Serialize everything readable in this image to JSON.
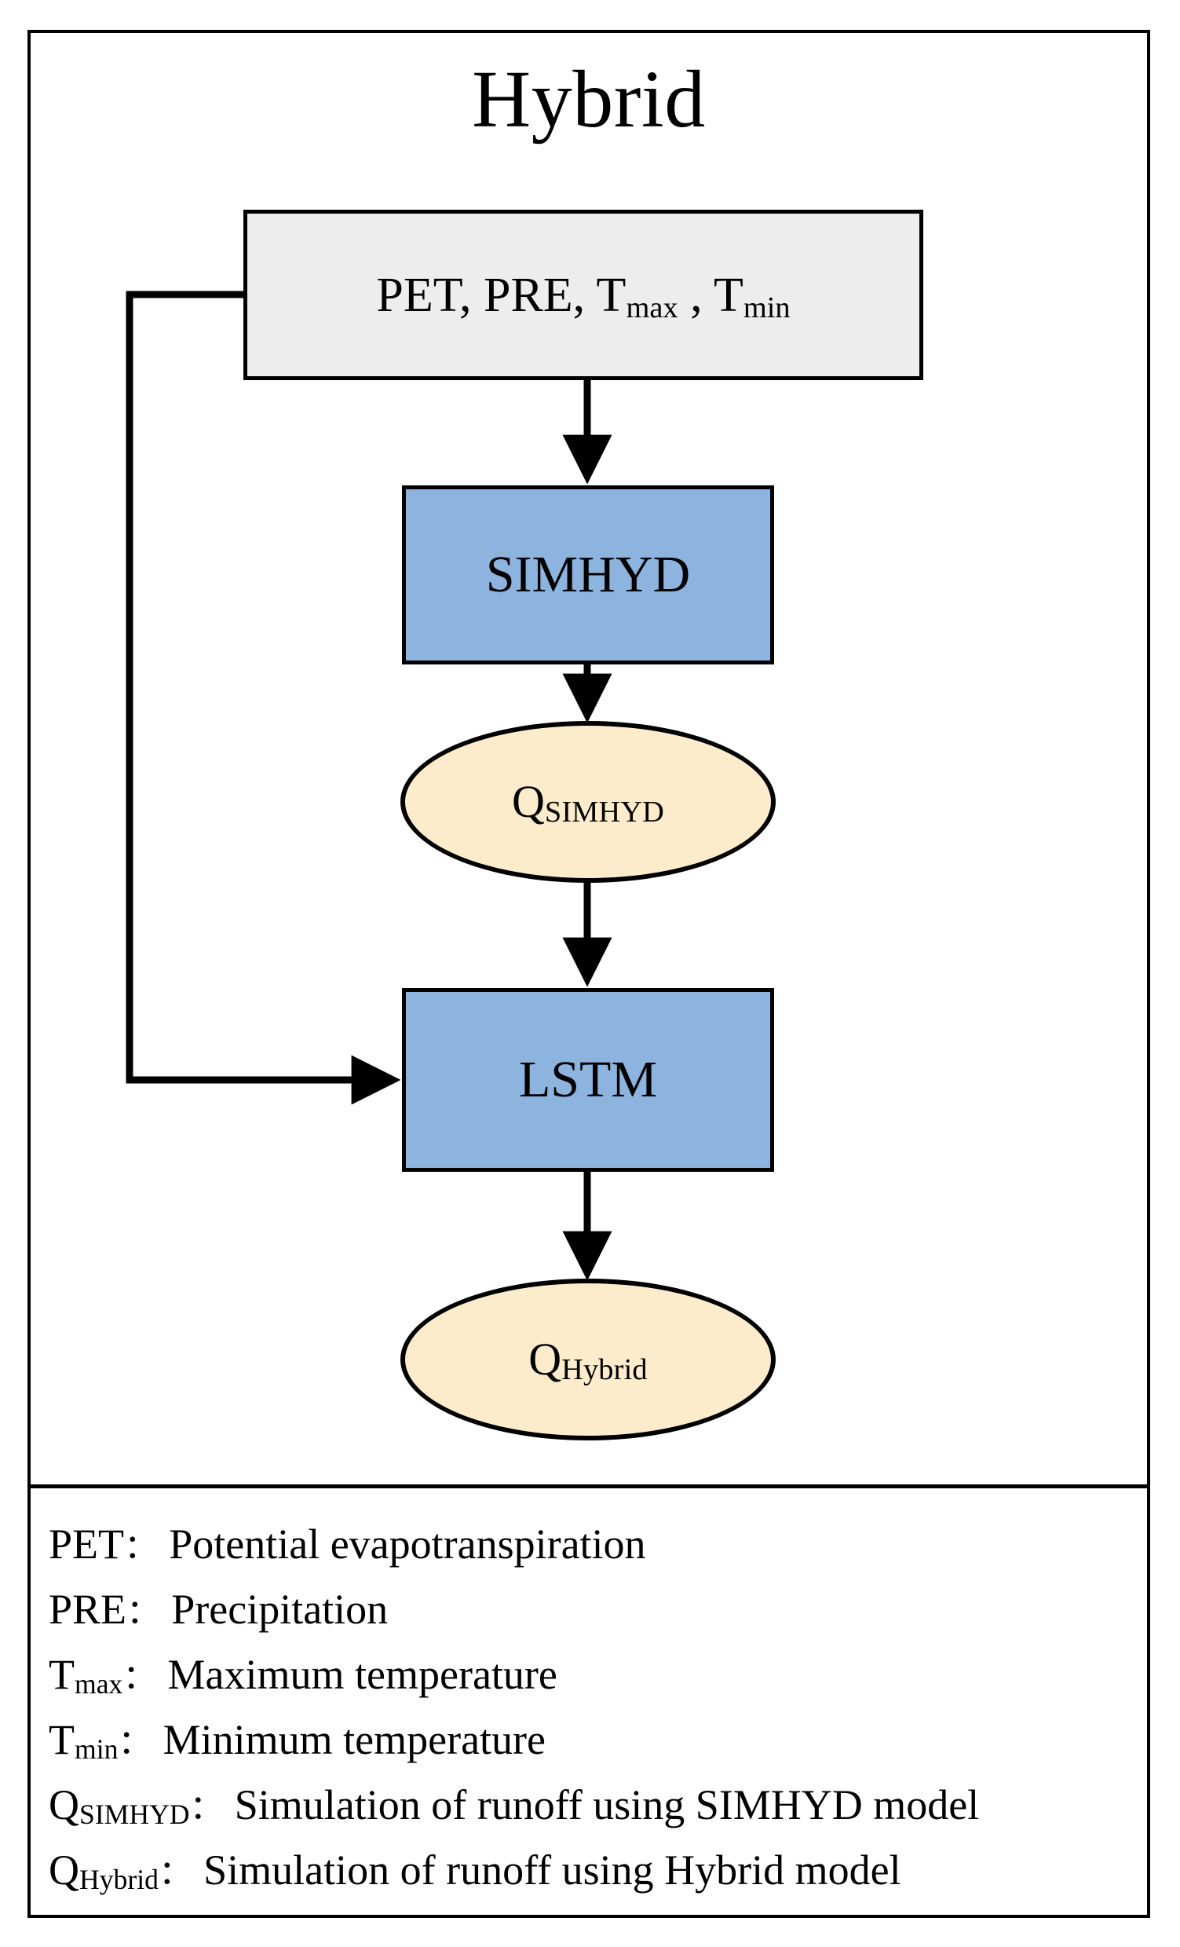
{
  "title": "Hybrid",
  "colors": {
    "frame": "#000000",
    "input_box_fill": "#EDEDED",
    "model_box_fill": "#8DB4DE",
    "ellipse_fill": "#FCECCB",
    "text": "#000000",
    "background": "#FFFFFF"
  },
  "flowchart": {
    "type": "flowchart",
    "nodes": [
      {
        "id": "input",
        "shape": "rectangle",
        "fill": "#EDEDED",
        "text_parts": [
          {
            "base": "PET, PRE, T",
            "sub": "max"
          },
          {
            "base": " ,  T",
            "sub": "min"
          }
        ],
        "text_plain": "PET, PRE, Tmax , Tmin"
      },
      {
        "id": "simhyd",
        "shape": "rectangle",
        "fill": "#8DB4DE",
        "label": "SIMHYD"
      },
      {
        "id": "q_simhyd",
        "shape": "ellipse",
        "fill": "#FCECCB",
        "base": "Q",
        "sub": "SIMHYD",
        "text_plain": "QSIMHYD"
      },
      {
        "id": "lstm",
        "shape": "rectangle",
        "fill": "#8DB4DE",
        "label": "LSTM"
      },
      {
        "id": "q_hybrid",
        "shape": "ellipse",
        "fill": "#FCECCB",
        "base": "Q",
        "sub": "Hybrid",
        "text_plain": "QHybrid"
      }
    ],
    "edges": [
      {
        "from": "input",
        "to": "simhyd",
        "style": "straight-down-arrow"
      },
      {
        "from": "simhyd",
        "to": "q_simhyd",
        "style": "straight-down-arrow"
      },
      {
        "from": "q_simhyd",
        "to": "lstm",
        "style": "straight-down-arrow"
      },
      {
        "from": "lstm",
        "to": "q_hybrid",
        "style": "straight-down-arrow"
      },
      {
        "from": "input",
        "to": "lstm",
        "style": "elbow-left-feedback-arrow"
      }
    ]
  },
  "legend": {
    "items": [
      {
        "term_base": "PET",
        "term_sub": "",
        "colon": "：",
        "definition": "Potential evapotranspiration"
      },
      {
        "term_base": "PRE",
        "term_sub": "",
        "colon": "：",
        "definition": "Precipitation"
      },
      {
        "term_base": "T",
        "term_sub": "max",
        "colon": "：",
        "definition": "Maximum temperature"
      },
      {
        "term_base": "T",
        "term_sub": "min",
        "colon": "：",
        "definition": "Minimum temperature"
      },
      {
        "term_base": "Q",
        "term_sub": "SIMHYD",
        "colon": "：",
        "definition": "Simulation of runoff using SIMHYD model"
      },
      {
        "term_base": "Q",
        "term_sub": "Hybrid",
        "colon": "：",
        "definition": "Simulation of runoff using Hybrid model"
      }
    ]
  }
}
